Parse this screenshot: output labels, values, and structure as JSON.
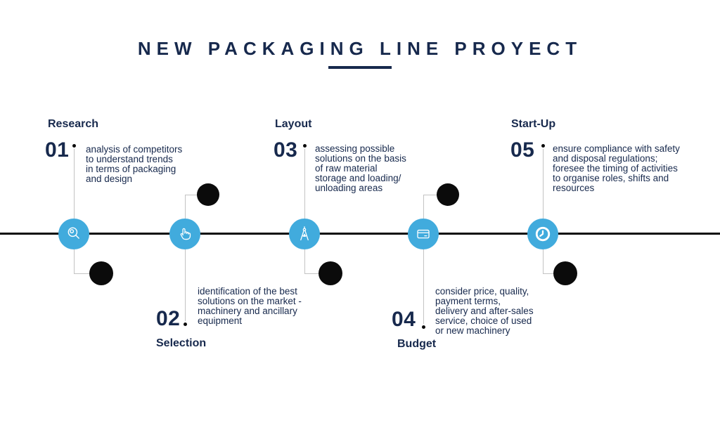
{
  "title": {
    "text": "NEW PACKAGING LINE PROYECT"
  },
  "colors": {
    "navy": "#17294d",
    "blue": "#41abdd",
    "ink": "#0b0b0b",
    "line_gray": "#c3c3c3"
  },
  "steps": [
    {
      "number": "01",
      "label": "Research",
      "icon": "magnifier-icon",
      "description": "analysis of competitors\nto understand trends\nin terms of packaging\nand design"
    },
    {
      "number": "02",
      "label": "Selection",
      "icon": "hand-pointer-icon",
      "description": "identification of the best\nsolutions on the market -\nmachinery and ancillary\nequipment"
    },
    {
      "number": "03",
      "label": "Layout",
      "icon": "drafting-compass-icon",
      "description": "assessing possible\nsolutions on the basis\nof raw material\nstorage and loading/\nunloading areas"
    },
    {
      "number": "04",
      "label": "Budget",
      "icon": "credit-card-icon",
      "description": "consider price, quality,\npayment terms,\ndelivery and after-sales\nservice, choice of used\nor new machinery"
    },
    {
      "number": "05",
      "label": "Start-Up",
      "icon": "clock-icon",
      "description": "ensure compliance with safety\nand disposal regulations;\nforesee the timing of activities\nto organise roles, shifts and\nresources"
    }
  ]
}
